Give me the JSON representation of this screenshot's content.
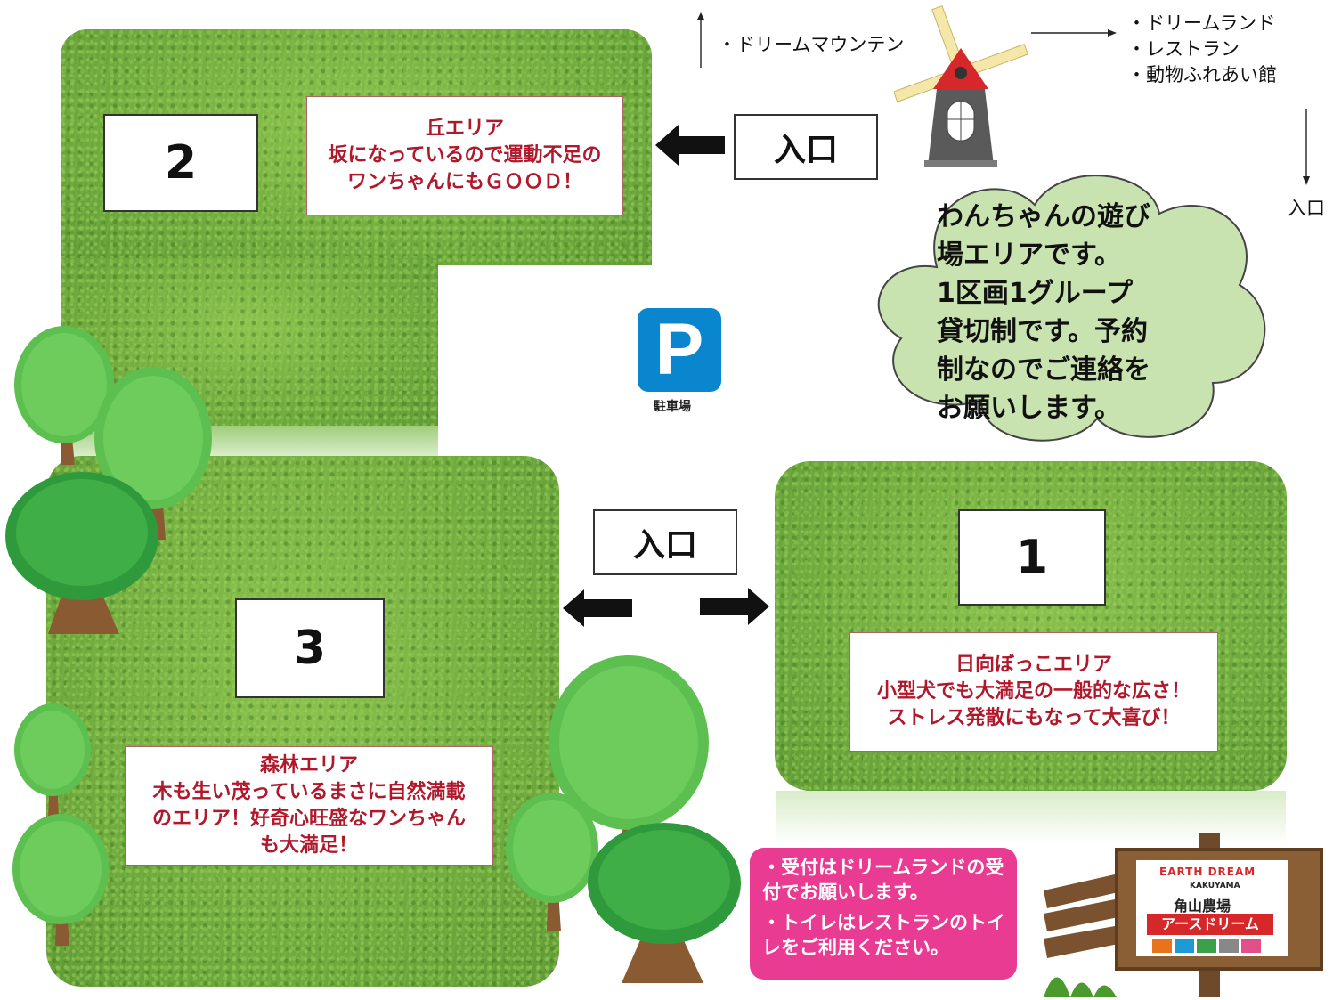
{
  "directions": {
    "up_label": "・ドリームマウンテン",
    "right_labels": [
      "・ドリームランド",
      "・レストラン",
      "・動物ふれあい館"
    ],
    "down_label": "入口"
  },
  "areas": [
    {
      "number": "2",
      "description": [
        "丘エリア",
        "坂になっているので運動不足の",
        "ワンちゃんにもＧＯＯＤ！"
      ]
    },
    {
      "number": "1",
      "description": [
        "日向ぼっこエリア",
        "小型犬でも大満足の一般的な広さ！",
        "ストレス発散にもなって大喜び！"
      ]
    },
    {
      "number": "3",
      "description": [
        "森林エリア",
        "木も生い茂っているまさに自然満載",
        "のエリア！好奇心旺盛なワンちゃん",
        "も大満足！"
      ]
    }
  ],
  "entrances": [
    "入口",
    "入口"
  ],
  "parking": {
    "symbol": "P",
    "label": "駐車場"
  },
  "cloud_lines": [
    "わんちゃんの遊び",
    "場エリアです。",
    "1区画1グループ",
    "貸切制です。予約",
    "制なのでご連絡を",
    "お願いします。"
  ],
  "notice": [
    "・受付はドリームランドの受付でお願いします。",
    "・トイレはレストランのトイレをご利用ください。"
  ],
  "sign": {
    "arc_text": "EARTH DREAM",
    "sub_text": "KAKUYAMA",
    "kanji": "角山農場",
    "brand": "アースドリーム"
  },
  "colors": {
    "grass": "#6fab3a",
    "area_text": "#b0182b",
    "cloud": "#c9e3b0",
    "notice": "#ea3b93",
    "parking": "#0a86cf",
    "brand": "#d6282b"
  },
  "icons": [
    "windmill-icon",
    "tree-icon",
    "parking-icon",
    "arrow-icon",
    "signpost-icon"
  ]
}
